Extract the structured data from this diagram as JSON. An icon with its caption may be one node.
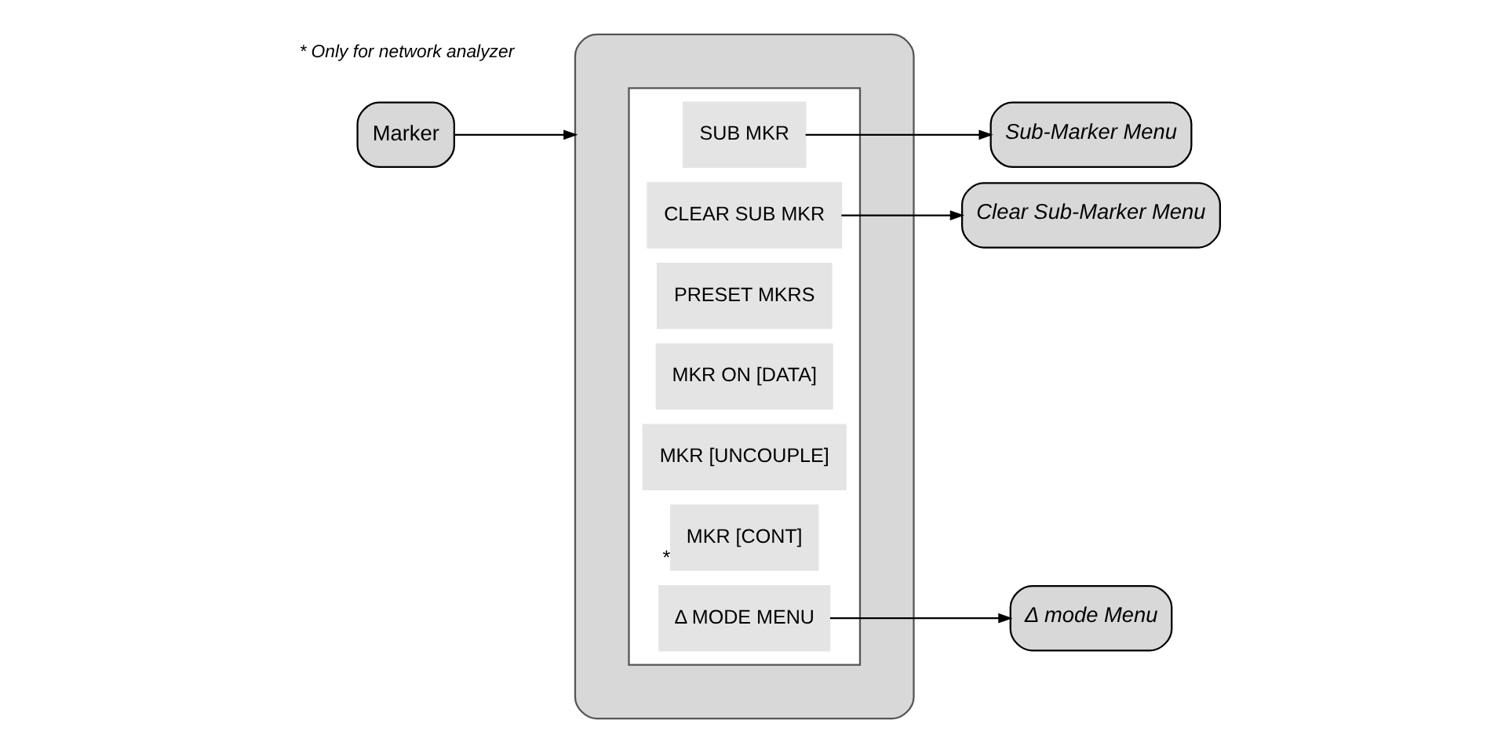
{
  "diagram": {
    "nodes": [
      {
        "text": [
          "Marker"
        ]
      },
      {
        "text": [],
        "shape": "box"
      },
      {
        "text": [],
        "shape": "box",
        "in": 1
      },
      {
        "text": [
          "SUB MKR"
        ],
        "in": 2
      },
      {
        "text": [
          "CLEAR SUB MKR"
        ],
        "in": 2
      },
      {
        "text": [
          "PRESET MKRS"
        ],
        "in": 2
      },
      {
        "text": [
          "MKR ON [DATA]"
        ],
        "in": 2
      },
      {
        "text": [
          "MKR [UNCOUPLE]"
        ],
        "in": 2
      },
      {
        "text": [
          "MKR [CONT]"
        ],
        "in": 2,
        "beside": [
          "*"
        ]
      },
      {
        "text": [
          "Δ MODE MENU"
        ],
        "in": 2
      },
      {
        "text": [
          "Sub-Marker Menu"
        ]
      },
      {
        "text": [
          "Clear Sub-Marker Menu"
        ]
      },
      {
        "text": [
          "Δ mode Menu"
        ]
      }
    ],
    "edges": [
      {
        "from": 0,
        "to": 1,
        "arrow": "to"
      },
      {
        "from": 3,
        "to": 10,
        "arrow": "to"
      },
      {
        "from": 4,
        "to": 11,
        "arrow": "to"
      },
      {
        "from": 9,
        "to": 12,
        "arrow": "to"
      }
    ],
    "labels": [
      "* Only for network analyzer"
    ]
  }
}
